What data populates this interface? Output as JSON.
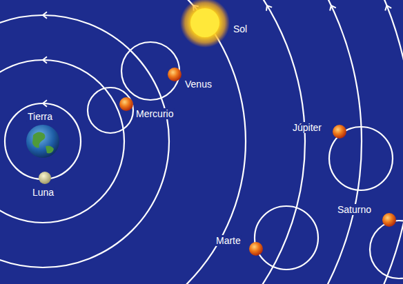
{
  "diagram": {
    "labels": [
      "Sol",
      "Venus",
      "Mercurio",
      "Tierra",
      "Luna",
      "Júpiter",
      "Marte",
      "Saturno"
    ]
  }
}
